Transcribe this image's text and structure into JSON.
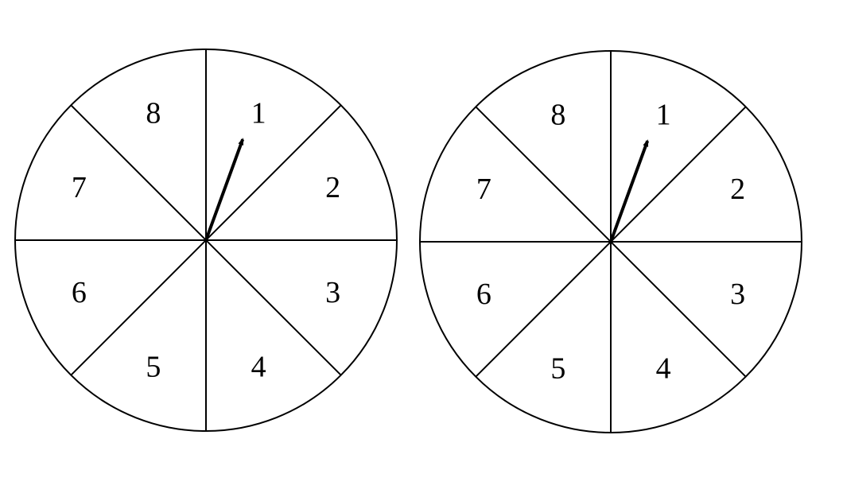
{
  "spinners": [
    {
      "sectors": [
        "1",
        "2",
        "3",
        "4",
        "5",
        "6",
        "7",
        "8"
      ],
      "pointer_sector": "1"
    },
    {
      "sectors": [
        "1",
        "2",
        "3",
        "4",
        "5",
        "6",
        "7",
        "8"
      ],
      "pointer_sector": "1"
    }
  ],
  "colors": {
    "stroke": "#000000",
    "fill": "#ffffff",
    "text": "#000000"
  }
}
